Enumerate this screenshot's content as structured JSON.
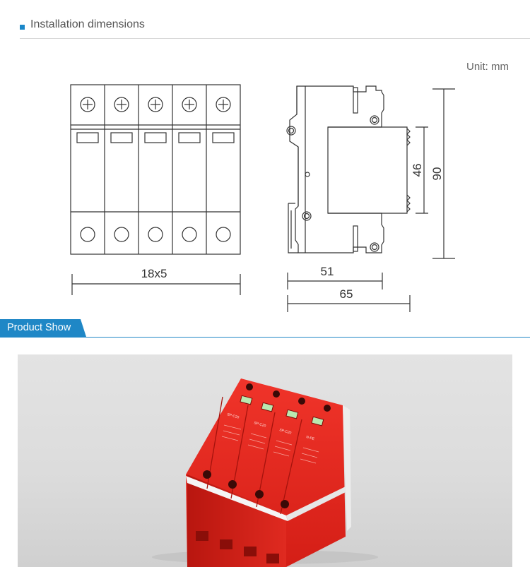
{
  "section_installation": {
    "title": "Installation dimensions"
  },
  "unit_label": "Unit: mm",
  "dimensions": {
    "front_width": "18x5",
    "side_inner_depth": "51",
    "side_total_depth": "65",
    "front_height_inner": "46",
    "total_height": "90"
  },
  "section_product": {
    "title": "Product Show"
  },
  "module_labels": [
    "SP-C20",
    "SP-C20",
    "SP-C20",
    "N-PE"
  ],
  "accent_color": "#1f87c6",
  "product_color": "#e8281f"
}
